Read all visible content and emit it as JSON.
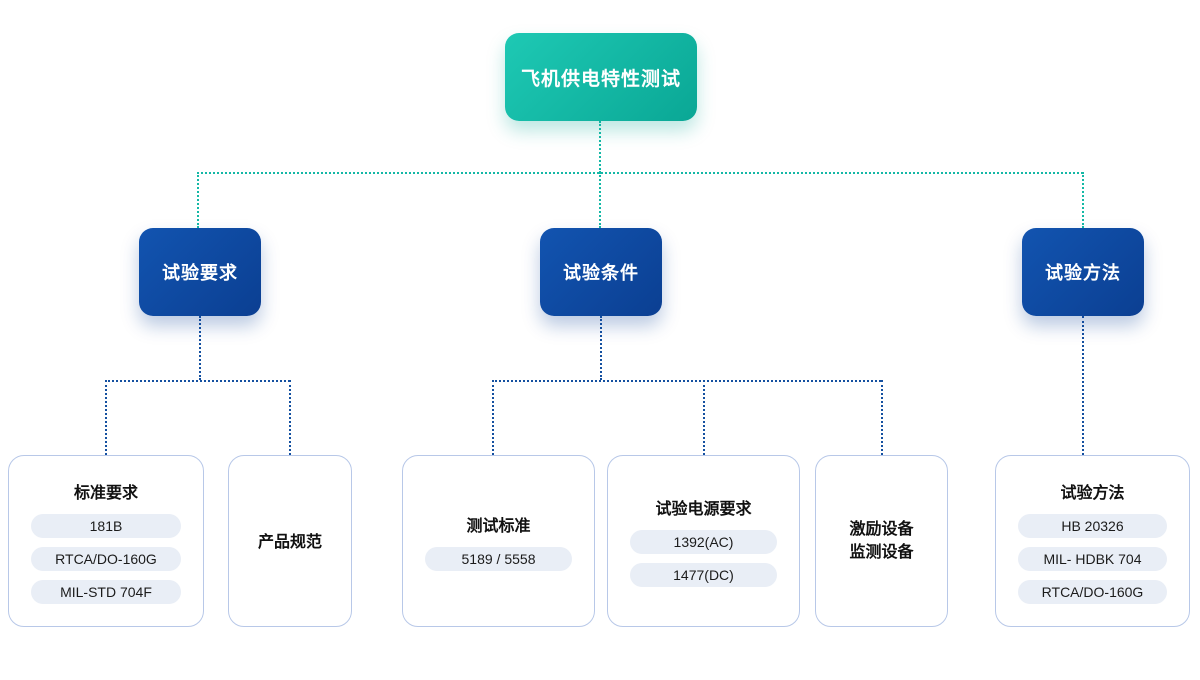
{
  "root": {
    "label": "飞机供电特性测试"
  },
  "branches": [
    {
      "label": "试验要求"
    },
    {
      "label": "试验条件"
    },
    {
      "label": "试验方法"
    }
  ],
  "cards": [
    {
      "title": "标准要求",
      "pills": [
        "181B",
        "RTCA/DO-160G",
        "MIL-STD 704F"
      ]
    },
    {
      "title": "产品规范",
      "pills": []
    },
    {
      "title": "测试标准",
      "pills": [
        "5189 / 5558"
      ]
    },
    {
      "title": "试验电源要求",
      "pills": [
        "1392(AC)",
        "1477(DC)"
      ]
    },
    {
      "title_lines": [
        "激励设备",
        "监测设备"
      ],
      "pills": []
    },
    {
      "title": "试验方法",
      "pills": [
        "HB 20326",
        "MIL- HDBK 704",
        "RTCA/DO-160G"
      ]
    }
  ],
  "colors": {
    "root_teal": "#12b5a3",
    "branch_blue": "#0e479e",
    "teal_connector": "#14b8a6",
    "blue_connector": "#1450a0",
    "card_border": "#b8c8e8",
    "pill_bg": "#e9eef6"
  }
}
